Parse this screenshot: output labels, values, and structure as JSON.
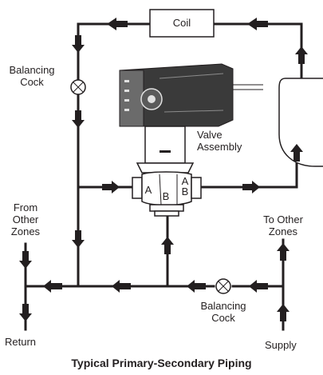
{
  "labels": {
    "coil": "Coil",
    "balancing_cock_top": "Balancing\nCock",
    "valve_assembly": "Valve\nAssembly",
    "port_a_left": "A",
    "port_b": "B",
    "port_ab": "A\nB",
    "from_other_zones": "From\nOther\nZones",
    "to_other_zones": "To Other\nZones",
    "balancing_cock_bottom": "Balancing\nCock",
    "return": "Return",
    "supply": "Supply"
  },
  "caption": "Typical Primary-Secondary Piping",
  "colors": {
    "line": "#231f20",
    "actuator_body": "#3a3a3a",
    "background": "#ffffff"
  },
  "icons": [
    "balancing-cock-valve-icon",
    "pump-icon",
    "actuator-icon",
    "three-way-valve-icon",
    "flow-arrow-icon"
  ]
}
